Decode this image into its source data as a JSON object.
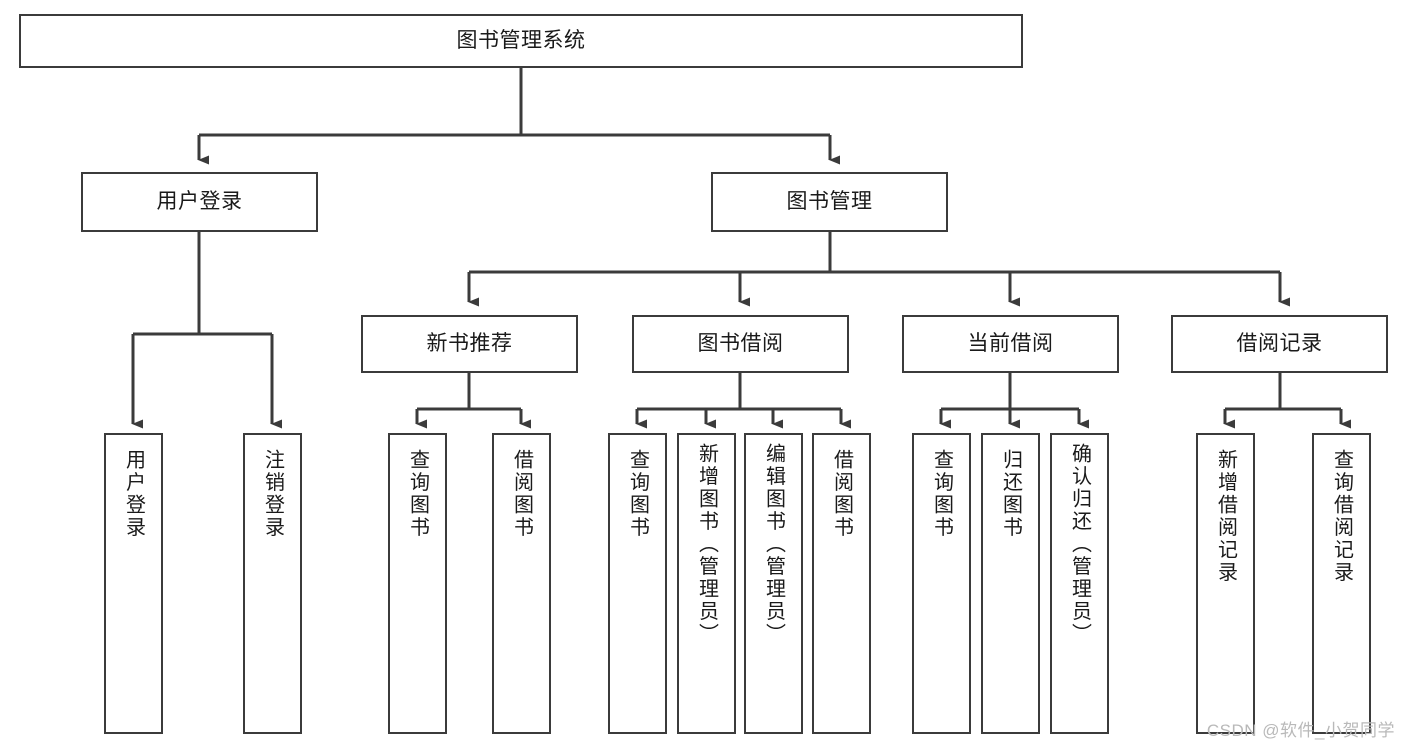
{
  "diagram": {
    "title": "图书管理系统",
    "stroke_color": "#3b3b3b",
    "background_color": "#ffffff",
    "text_color": "#1a1a1a",
    "root": {
      "id": "root",
      "label": "图书管理系统",
      "orientation": "horizontal"
    },
    "level2": [
      {
        "id": "user-login",
        "label": "用户登录",
        "orientation": "horizontal"
      },
      {
        "id": "book-manage",
        "label": "图书管理",
        "orientation": "horizontal"
      }
    ],
    "level3": [
      {
        "id": "new-book-recommend",
        "label": "新书推荐",
        "orientation": "horizontal"
      },
      {
        "id": "book-borrow",
        "label": "图书借阅",
        "orientation": "horizontal"
      },
      {
        "id": "current-borrow",
        "label": "当前借阅",
        "orientation": "horizontal"
      },
      {
        "id": "borrow-record",
        "label": "借阅记录",
        "orientation": "horizontal"
      }
    ],
    "leaves": [
      {
        "id": "leaf-user-login",
        "label": "用户登录",
        "parent": "user-login",
        "orientation": "vertical"
      },
      {
        "id": "leaf-logout-login",
        "label": "注销登录",
        "parent": "user-login",
        "orientation": "vertical"
      },
      {
        "id": "leaf-query-book-1",
        "label": "查询图书",
        "parent": "new-book-recommend",
        "orientation": "vertical"
      },
      {
        "id": "leaf-borrow-book-1",
        "label": "借阅图书",
        "parent": "new-book-recommend",
        "orientation": "vertical"
      },
      {
        "id": "leaf-query-book-2",
        "label": "查询图书",
        "parent": "book-borrow",
        "orientation": "vertical"
      },
      {
        "id": "leaf-add-book",
        "label": "新增图书（管理员）",
        "parent": "book-borrow",
        "orientation": "vertical"
      },
      {
        "id": "leaf-edit-book",
        "label": "编辑图书（管理员）",
        "parent": "book-borrow",
        "orientation": "vertical"
      },
      {
        "id": "leaf-borrow-book-2",
        "label": "借阅图书",
        "parent": "book-borrow",
        "orientation": "vertical"
      },
      {
        "id": "leaf-query-book-3",
        "label": "查询图书",
        "parent": "current-borrow",
        "orientation": "vertical"
      },
      {
        "id": "leaf-return-book",
        "label": "归还图书",
        "parent": "current-borrow",
        "orientation": "vertical"
      },
      {
        "id": "leaf-confirm-return",
        "label": "确认归还（管理员）",
        "parent": "current-borrow",
        "orientation": "vertical"
      },
      {
        "id": "leaf-add-record",
        "label": "新增借阅记录",
        "parent": "borrow-record",
        "orientation": "vertical"
      },
      {
        "id": "leaf-query-record",
        "label": "查询借阅记录",
        "parent": "borrow-record",
        "orientation": "vertical"
      }
    ]
  },
  "watermark": {
    "text": "CSDN @软件_小贺同学"
  }
}
